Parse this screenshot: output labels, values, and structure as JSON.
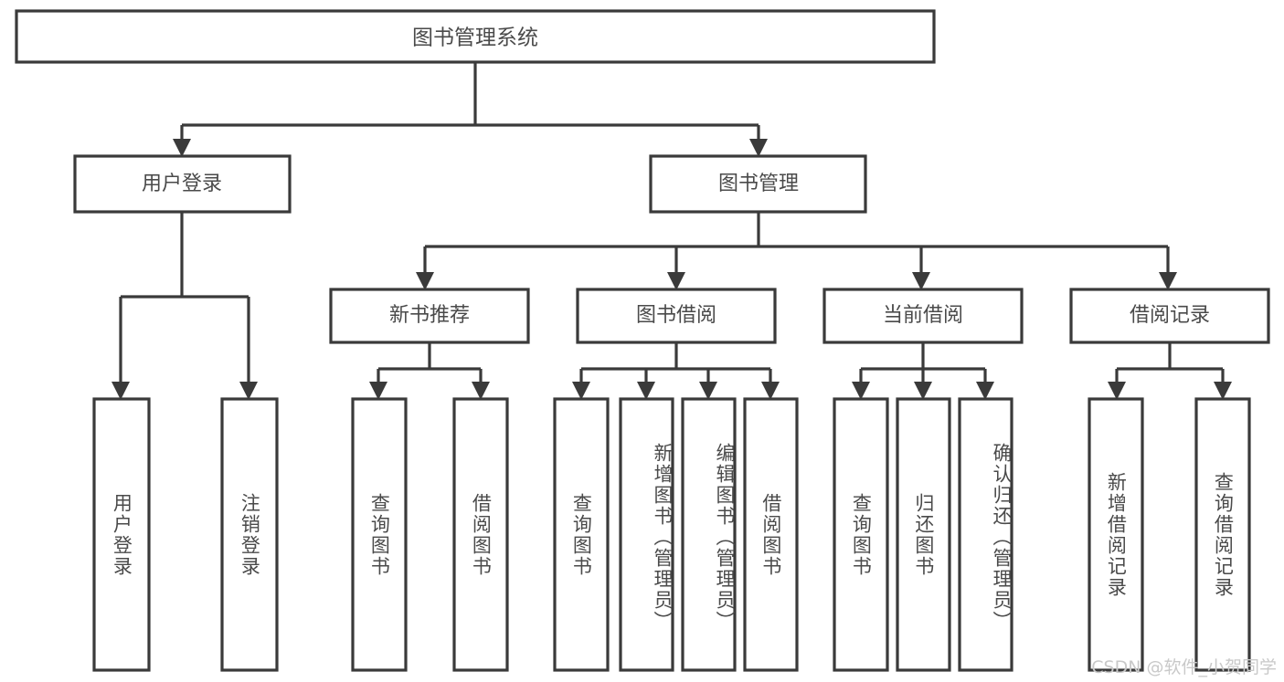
{
  "diagram": {
    "title": "图书管理系统",
    "type": "hierarchy-tree",
    "watermark": "CSDN @软件_小贺同学",
    "colors": {
      "stroke": "#3a3a3a",
      "box_fill": "#ffffff",
      "text": "#4a4a4a",
      "background": "#ffffff",
      "watermark": "#c9c9c9"
    },
    "levels": {
      "root": {
        "label": "图书管理系统"
      },
      "level2": [
        {
          "label": "用户登录"
        },
        {
          "label": "图书管理"
        }
      ],
      "level3": [
        {
          "label": "新书推荐"
        },
        {
          "label": "图书借阅"
        },
        {
          "label": "当前借阅"
        },
        {
          "label": "借阅记录"
        }
      ],
      "leaves": [
        {
          "label": "用户登录",
          "parent": "用户登录"
        },
        {
          "label": "注销登录",
          "parent": "用户登录"
        },
        {
          "label": "查询图书",
          "parent": "新书推荐"
        },
        {
          "label": "借阅图书",
          "parent": "新书推荐"
        },
        {
          "label": "查询图书",
          "parent": "图书借阅"
        },
        {
          "label": "新增图书（管理员）",
          "parent": "图书借阅"
        },
        {
          "label": "编辑图书（管理员）",
          "parent": "图书借阅"
        },
        {
          "label": "借阅图书",
          "parent": "图书借阅"
        },
        {
          "label": "查询图书",
          "parent": "当前借阅"
        },
        {
          "label": "归还图书",
          "parent": "当前借阅"
        },
        {
          "label": "确认归还（管理员）",
          "parent": "当前借阅"
        },
        {
          "label": "新增借阅记录",
          "parent": "借阅记录"
        },
        {
          "label": "查询借阅记录",
          "parent": "借阅记录"
        }
      ]
    }
  }
}
